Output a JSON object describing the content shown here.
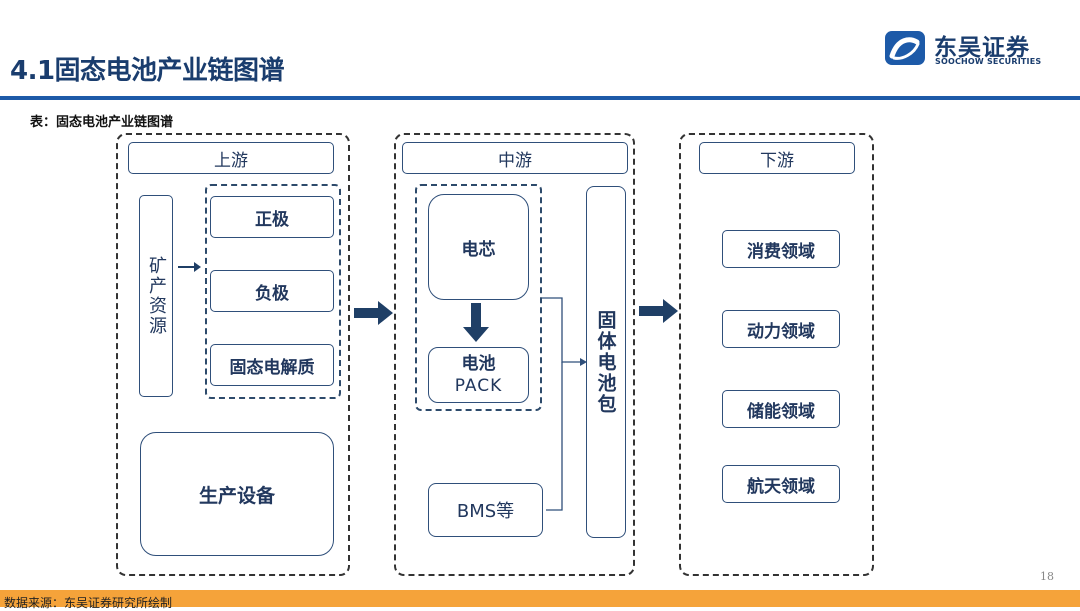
{
  "header": {
    "title": "4.1固态电池产业链图谱",
    "brand_cn": "东吴证券",
    "brand_en": "SOOCHOW SECURITIES"
  },
  "caption": "表：固态电池产业链图谱",
  "upstream": {
    "label": "上游",
    "mineral": "矿产资源",
    "materials": [
      "正极",
      "负极",
      "固态电解质"
    ],
    "equipment": "生产设备"
  },
  "midstream": {
    "label": "中游",
    "cell": "电芯",
    "pack_line1": "电池",
    "pack_line2": "PACK",
    "bms": "BMS等",
    "solid_pack": "固体电池包"
  },
  "downstream": {
    "label": "下游",
    "fields": [
      "消费领域",
      "动力领域",
      "储能领域",
      "航天领域"
    ]
  },
  "footer": {
    "source": "数据来源：东吴证券研究所绘制",
    "page": "18"
  },
  "colors": {
    "accent_blue": "#1d5aa8",
    "arrow_navy": "#1f3f66",
    "footer_orange": "#f5a33a"
  }
}
